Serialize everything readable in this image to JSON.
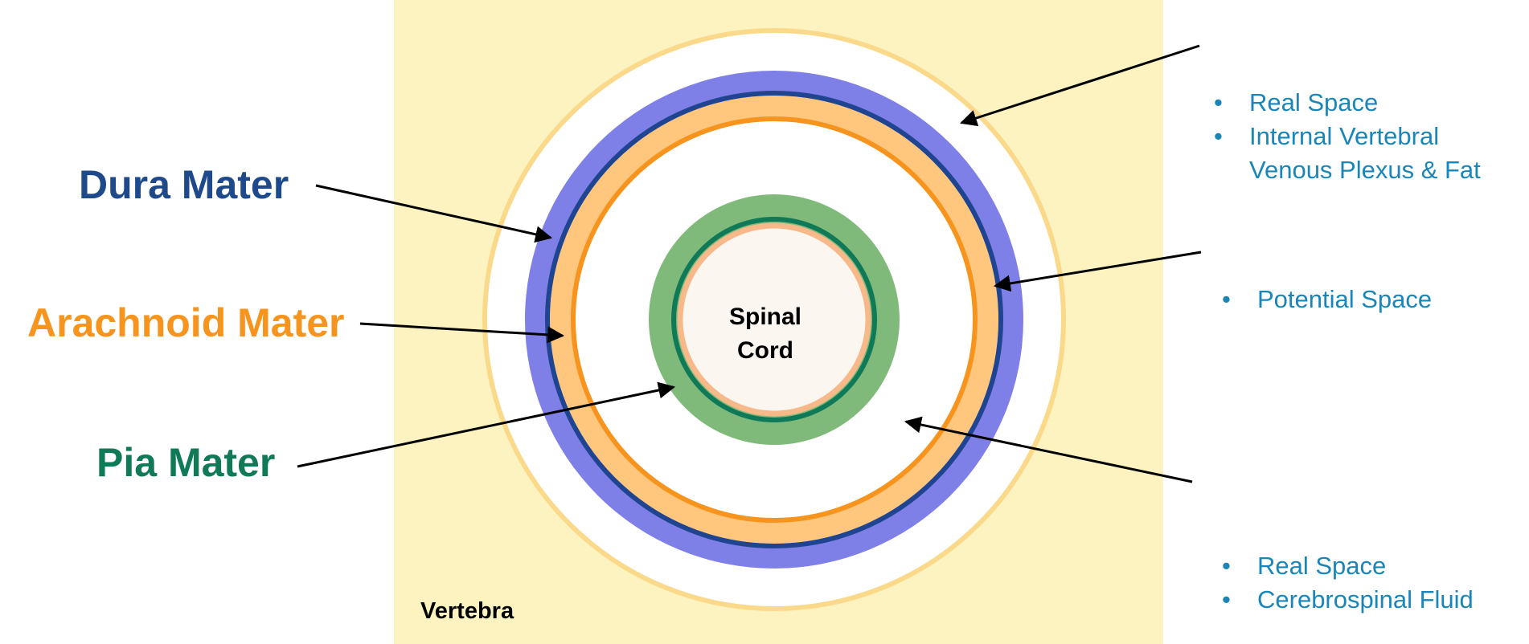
{
  "colors": {
    "vertebra": "#fdf3c0",
    "vertebra_ring": "#fbd98a",
    "dura": "#7f7fe8",
    "dura_inner_line": "#1f4591",
    "arachnoid": "#ffc77d",
    "arachnoid_line": "#f7941d",
    "pia": "#7fba7a",
    "pia_line": "#107a58",
    "cord": "#fcf6f0",
    "cord_ring": "#f7b98a",
    "note_text": "#1a86b8",
    "arrow": "#000000"
  },
  "labels": {
    "dura_mater": "Dura Mater",
    "arachnoid_mater": "Arachnoid Mater",
    "pia_mater": "Pia Mater",
    "spinal_cord_line1": "Spinal",
    "spinal_cord_line2": "Cord",
    "vertebra": "Vertebra"
  },
  "notes": {
    "epidural": [
      "Real Space",
      "Internal Vertebral",
      "Venous Plexus & Fat"
    ],
    "subdural": [
      "Potential Space"
    ],
    "subarachnoid": [
      "Real Space",
      "Cerebrospinal Fluid"
    ]
  }
}
